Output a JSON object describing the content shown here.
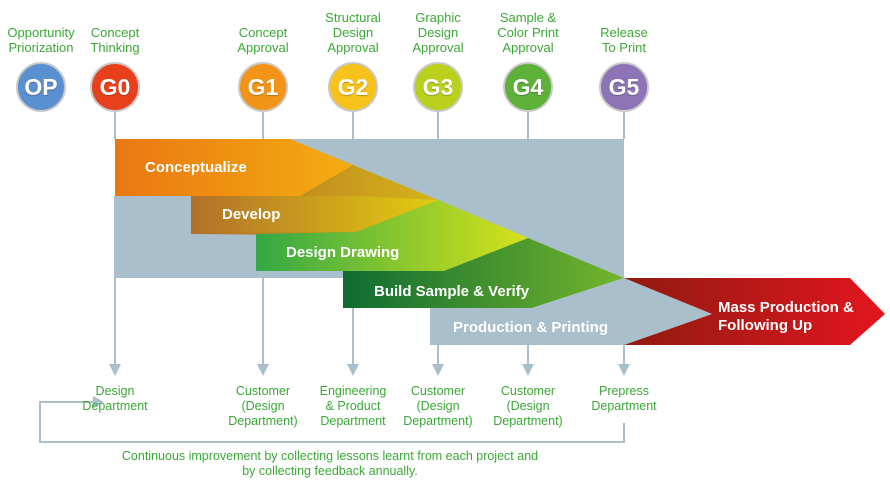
{
  "gates": [
    {
      "code": "OP",
      "label": "Opportunity\nPriorization",
      "color": "#5a8fd0"
    },
    {
      "code": "G0",
      "label": "Concept\nThinking",
      "color": "#e8401c"
    },
    {
      "code": "G1",
      "label": "Concept\nApproval",
      "color": "#f29418"
    },
    {
      "code": "G2",
      "label": "Structural\nDesign\nApproval",
      "color": "#f6c21b"
    },
    {
      "code": "G3",
      "label": "Graphic\nDesign\nApproval",
      "color": "#b9d01c"
    },
    {
      "code": "G4",
      "label": "Sample &\nColor Print\nApproval",
      "color": "#5db038"
    },
    {
      "code": "G5",
      "label": "Release\nTo Print",
      "color": "#8d74b6"
    }
  ],
  "phases": [
    {
      "name": "Conceptualize"
    },
    {
      "name": "Develop"
    },
    {
      "name": "Design Drawing"
    },
    {
      "name": "Build Sample & Verify"
    },
    {
      "name": "Production & Printing"
    },
    {
      "name": "Mass Production &\nFollowing Up"
    }
  ],
  "departments": [
    {
      "label": "Design\nDepartment"
    },
    {
      "label": "Customer\n(Design\nDepartment)"
    },
    {
      "label": "Engineering\n& Product\nDepartment"
    },
    {
      "label": "Customer\n(Design\nDepartment)"
    },
    {
      "label": "Customer\n(Design\nDepartment)"
    },
    {
      "label": "Prepress\nDepartment"
    }
  ],
  "footer": {
    "text": "Continuous improvement by collecting lessons learnt from each project and\nby collecting feedback annually."
  },
  "colors": {
    "connector": "#a9bfcc",
    "label_green": "#3aa835"
  }
}
